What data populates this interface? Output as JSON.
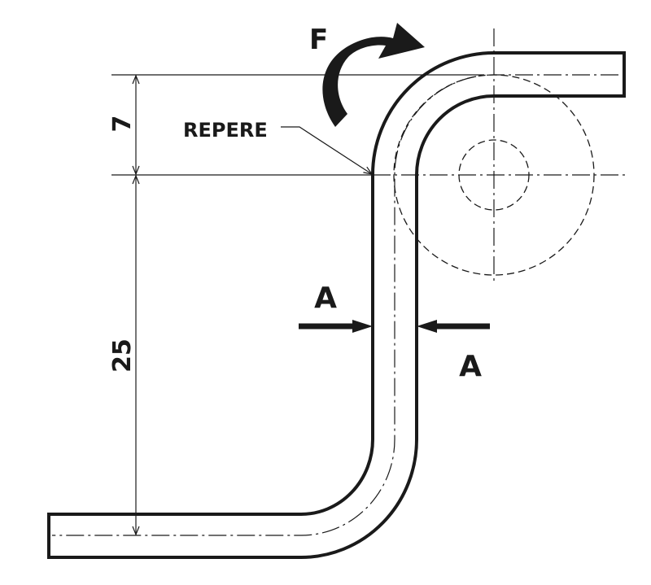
{
  "labels": {
    "force": "F",
    "reference": "REPERE",
    "section_left": "A",
    "section_right": "A"
  },
  "dimensions": {
    "upper": "7",
    "lower": "25"
  },
  "colors": {
    "line": "#1a1a1a",
    "background": "#ffffff"
  }
}
